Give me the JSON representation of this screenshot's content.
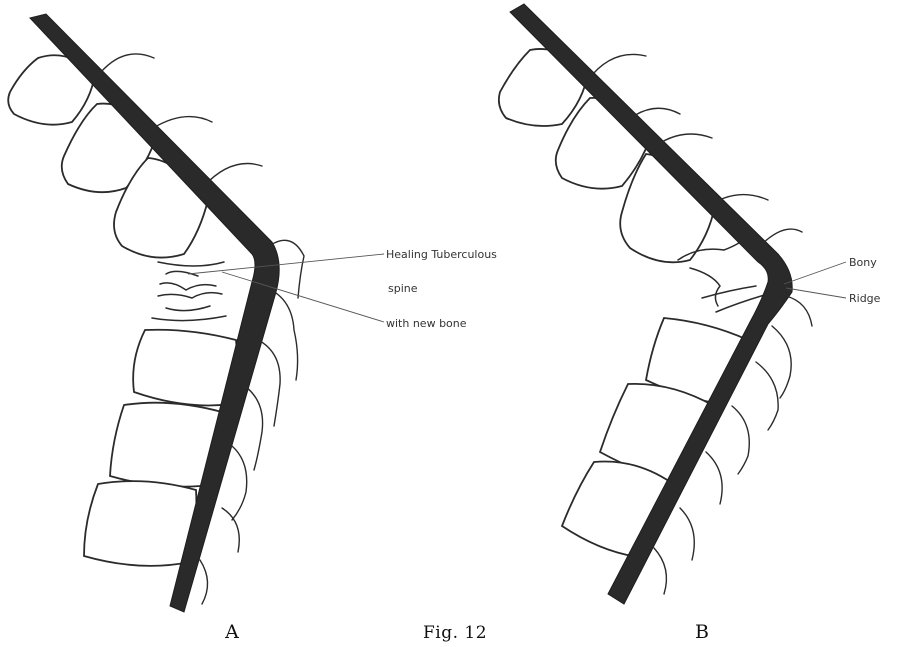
{
  "panel_a": {
    "letter": "A",
    "label_lines": [
      "Healing Tuberculous",
      "spine",
      "with new bone"
    ]
  },
  "panel_b": {
    "letter": "B",
    "label_lines": [
      "Bony",
      "Ridge"
    ]
  },
  "caption": "Fig. 12"
}
